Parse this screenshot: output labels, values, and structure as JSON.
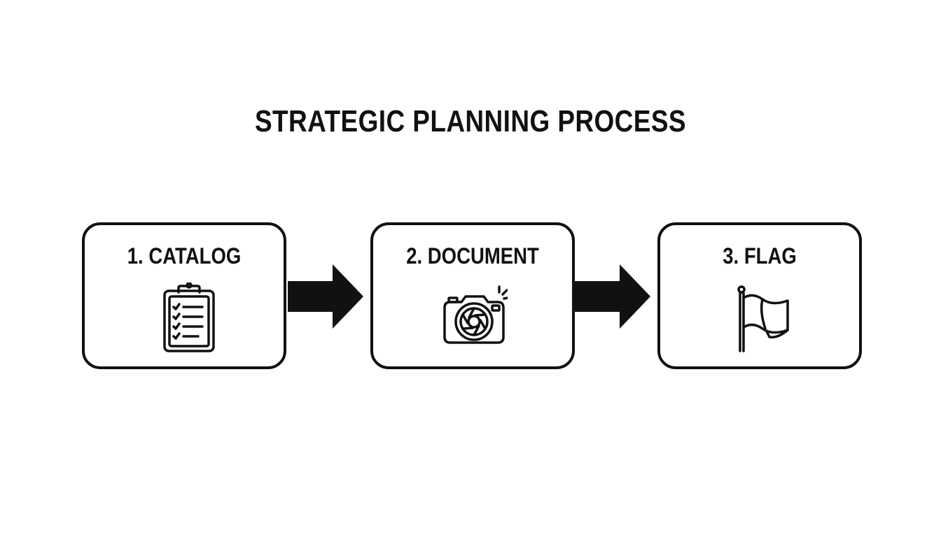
{
  "diagram": {
    "title": "STRATEGIC PLANNING PROCESS",
    "steps": [
      {
        "label": "1. CATALOG",
        "icon": "clipboard-checklist-icon"
      },
      {
        "label": "2. DOCUMENT",
        "icon": "camera-icon"
      },
      {
        "label": "3. FLAG",
        "icon": "flag-icon"
      }
    ],
    "connectors": [
      "right-arrow",
      "right-arrow"
    ],
    "colors": {
      "stroke": "#111111",
      "background": "#ffffff"
    }
  }
}
